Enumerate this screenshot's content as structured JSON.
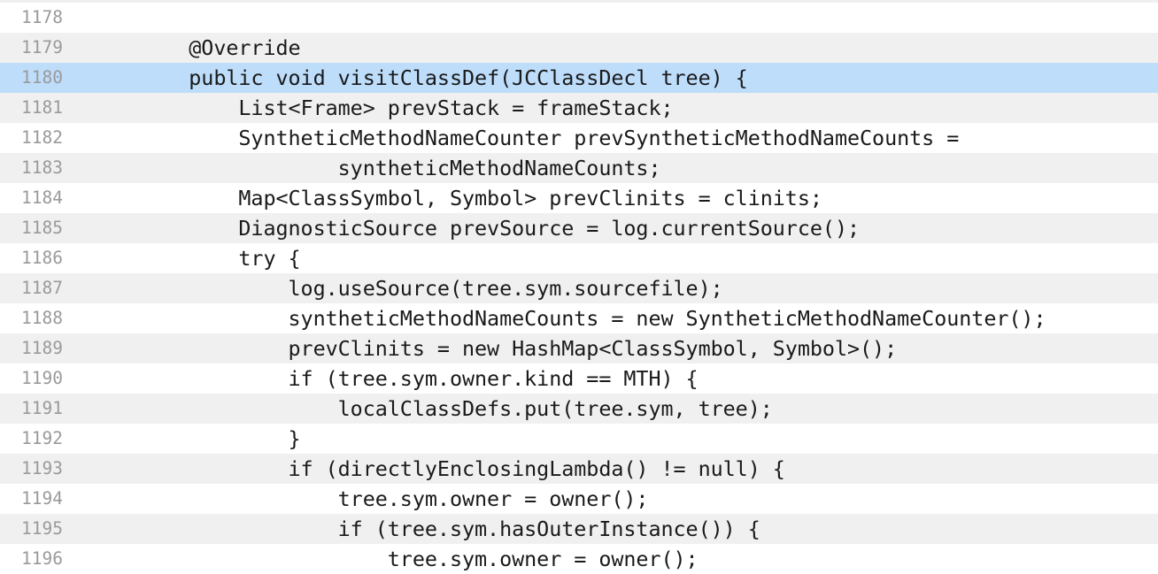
{
  "viewer": {
    "type": "source-code-viewer",
    "language": "java",
    "colors": {
      "background": "#ffffff",
      "stripe": "#f0f0f0",
      "highlight": "#bdddfb",
      "line_number_text": "#9a9a9a",
      "code_text": "#1a1a1a"
    },
    "highlighted_line": 1180,
    "first_visible_line": 1178,
    "last_visible_line": 1196
  },
  "lines": [
    {
      "number": "1178",
      "code": "",
      "striped": false,
      "highlighted": false
    },
    {
      "number": "1179",
      "code": "        @Override",
      "striped": true,
      "highlighted": false
    },
    {
      "number": "1180",
      "code": "        public void visitClassDef(JCClassDecl tree) {",
      "striped": false,
      "highlighted": true
    },
    {
      "number": "1181",
      "code": "            List<Frame> prevStack = frameStack;",
      "striped": true,
      "highlighted": false
    },
    {
      "number": "1182",
      "code": "            SyntheticMethodNameCounter prevSyntheticMethodNameCounts =",
      "striped": false,
      "highlighted": false
    },
    {
      "number": "1183",
      "code": "                    syntheticMethodNameCounts;",
      "striped": true,
      "highlighted": false
    },
    {
      "number": "1184",
      "code": "            Map<ClassSymbol, Symbol> prevClinits = clinits;",
      "striped": false,
      "highlighted": false
    },
    {
      "number": "1185",
      "code": "            DiagnosticSource prevSource = log.currentSource();",
      "striped": true,
      "highlighted": false
    },
    {
      "number": "1186",
      "code": "            try {",
      "striped": false,
      "highlighted": false
    },
    {
      "number": "1187",
      "code": "                log.useSource(tree.sym.sourcefile);",
      "striped": true,
      "highlighted": false
    },
    {
      "number": "1188",
      "code": "                syntheticMethodNameCounts = new SyntheticMethodNameCounter();",
      "striped": false,
      "highlighted": false
    },
    {
      "number": "1189",
      "code": "                prevClinits = new HashMap<ClassSymbol, Symbol>();",
      "striped": true,
      "highlighted": false
    },
    {
      "number": "1190",
      "code": "                if (tree.sym.owner.kind == MTH) {",
      "striped": false,
      "highlighted": false
    },
    {
      "number": "1191",
      "code": "                    localClassDefs.put(tree.sym, tree);",
      "striped": true,
      "highlighted": false
    },
    {
      "number": "1192",
      "code": "                }",
      "striped": false,
      "highlighted": false
    },
    {
      "number": "1193",
      "code": "                if (directlyEnclosingLambda() != null) {",
      "striped": true,
      "highlighted": false
    },
    {
      "number": "1194",
      "code": "                    tree.sym.owner = owner();",
      "striped": false,
      "highlighted": false
    },
    {
      "number": "1195",
      "code": "                    if (tree.sym.hasOuterInstance()) {",
      "striped": true,
      "highlighted": false
    },
    {
      "number": "1196",
      "code": "                        tree.sym.owner = owner();",
      "striped": false,
      "highlighted": false
    }
  ]
}
